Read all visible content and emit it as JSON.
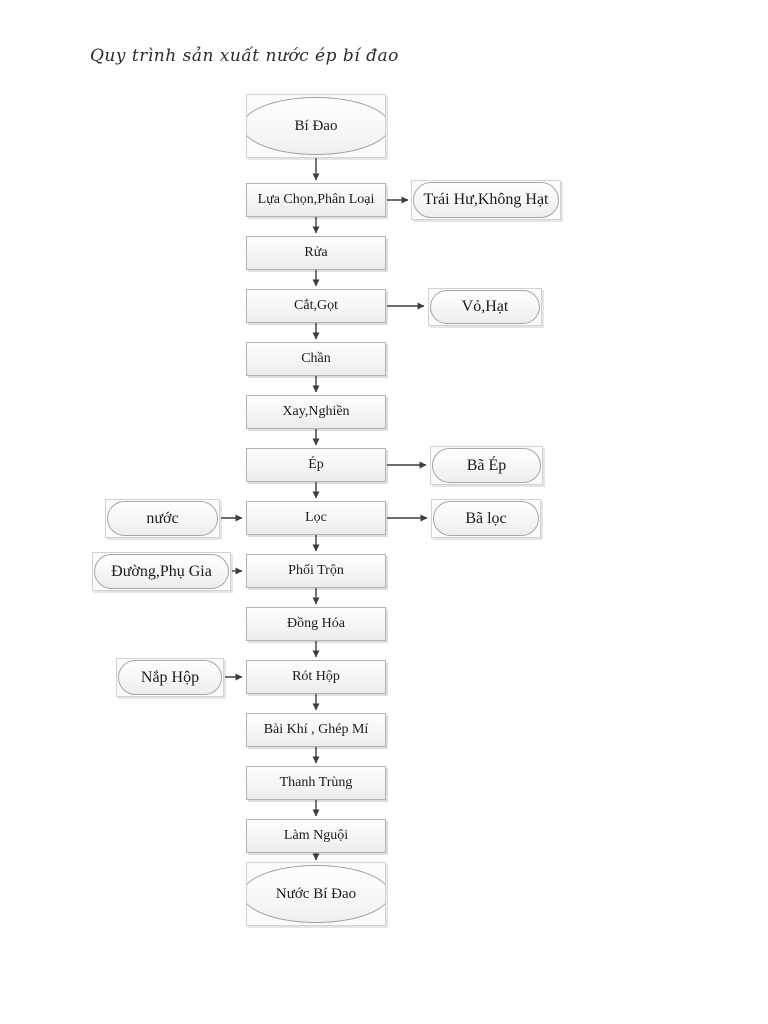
{
  "page": {
    "title": "Quy trình sản xuất nước ép bí đao",
    "background": "#ffffff"
  },
  "flowchart": {
    "type": "flowchart",
    "direction": "top-down",
    "start": {
      "label": "Bí Đao",
      "shape": "ellipse"
    },
    "end": {
      "label": "Nước Bí Đao",
      "shape": "ellipse"
    },
    "steps": [
      "Lựa Chọn,Phân Loại",
      "Rửa",
      "Cắt,Gọt",
      "Chần",
      "Xay,Nghiền",
      "Ép",
      "Lọc",
      "Phối Trộn",
      "Đồng Hóa",
      "Rót Hộp",
      "Bài Khí , Ghép Mí",
      "Thanh Trùng",
      "Làm Nguội"
    ],
    "side_outputs": [
      {
        "label": "Trái Hư,Không Hạt",
        "from_step": "Lựa Chọn,Phân Loại",
        "side": "right"
      },
      {
        "label": "Vỏ,Hạt",
        "from_step": "Cắt,Gọt",
        "side": "right"
      },
      {
        "label": "Bã Ép",
        "from_step": "Ép",
        "side": "right"
      },
      {
        "label": "Bã lọc",
        "from_step": "Lọc",
        "side": "right"
      }
    ],
    "side_inputs": [
      {
        "label": "nước",
        "to_step": "Lọc",
        "side": "left"
      },
      {
        "label": "Đường,Phụ Gia",
        "to_step": "Phối Trộn",
        "side": "left"
      },
      {
        "label": "Nắp Hộp",
        "to_step": "Rót Hộp",
        "side": "left"
      }
    ],
    "colors": {
      "node_border": "#b3b3b3",
      "frame_border": "#d2d2d2",
      "stadium_border": "#a6a6a6",
      "node_fill_top": "#fdfdfd",
      "node_fill_bottom": "#ebebeb",
      "arrow": "#3d3d3d",
      "text": "#1a1a1a"
    }
  }
}
